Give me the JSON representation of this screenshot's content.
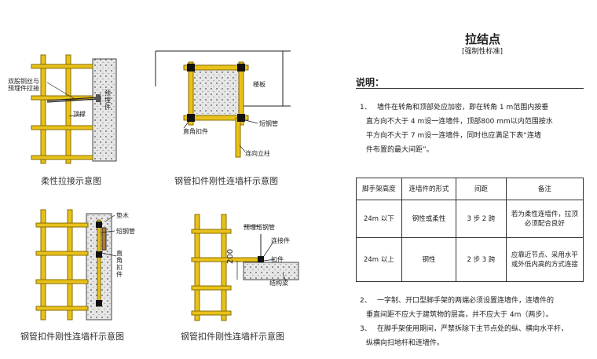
{
  "right": {
    "title": "拉结点",
    "subtitle": "[强制性标准]",
    "heading": "说明：",
    "p1_num": "1、",
    "p1_lines": [
      "墙件在转角和顶部处应加密，即在转角 1 m范围内按垂",
      "直方向不大于 4 m设一连墙件，顶部800 mm以内范围按水",
      "平方向不大于 7 m设一连墙件，同时也应满足下表“连墙",
      "件布置的最大间距”。"
    ],
    "table": {
      "headers": [
        "脚手架高度",
        "连墙件的形式",
        "间距",
        "备注"
      ],
      "rows": [
        [
          "24m 以下",
          "钢性或柔性",
          "3 步 2 跨",
          "若为柔性连墙件，拉顶必须配合良好"
        ],
        [
          "24m 以上",
          "钢性",
          "2 步 3 跨",
          "应靠近节点、采用水平或外低内高的方式连接"
        ]
      ]
    },
    "p2_num": "2、",
    "p2_lines": [
      "一字制、开口型脚手架的两端必须设置连墙件，连墙件的",
      "垂直间距不应大于建筑物的层高，并不应大于 4m（两步）。"
    ],
    "p3_num": "3、",
    "p3_lines": [
      "在脚手架使用期间，严禁拆除下主节点处的纵、横向水平杆，",
      "纵横向扫地杆和连墙件。"
    ]
  },
  "fig1": {
    "caption": "柔性拉接示意图",
    "label_wire": "双股铜丝与",
    "label_wire2": "预埋件拉接",
    "label_embed": "预埋件",
    "label_top": "顶撑"
  },
  "fig2": {
    "caption": "钢管扣件刚性连墙杆示意图",
    "label_slab": "楼板",
    "label_clamp": "直角扣件",
    "label_short": "短钢管",
    "label_pole": "连向立柱"
  },
  "fig3": {
    "caption": "钢管扣件刚性连墙杆示意图",
    "label_pad": "垫木",
    "label_short": "短钢管",
    "label_clamp": "直角扣件"
  },
  "fig4": {
    "caption": "钢管扣件刚性连墙杆示意图",
    "label_embed": "预埋短钢管",
    "label_tie": "连接件",
    "label_clamp": "扣件",
    "label_beam": "结构梁",
    "dim": "200"
  },
  "colors": {
    "pipe": "#e8c21a",
    "pipe_edge": "#8a6d00",
    "concrete": "#d9d9d9",
    "line": "#222222"
  }
}
